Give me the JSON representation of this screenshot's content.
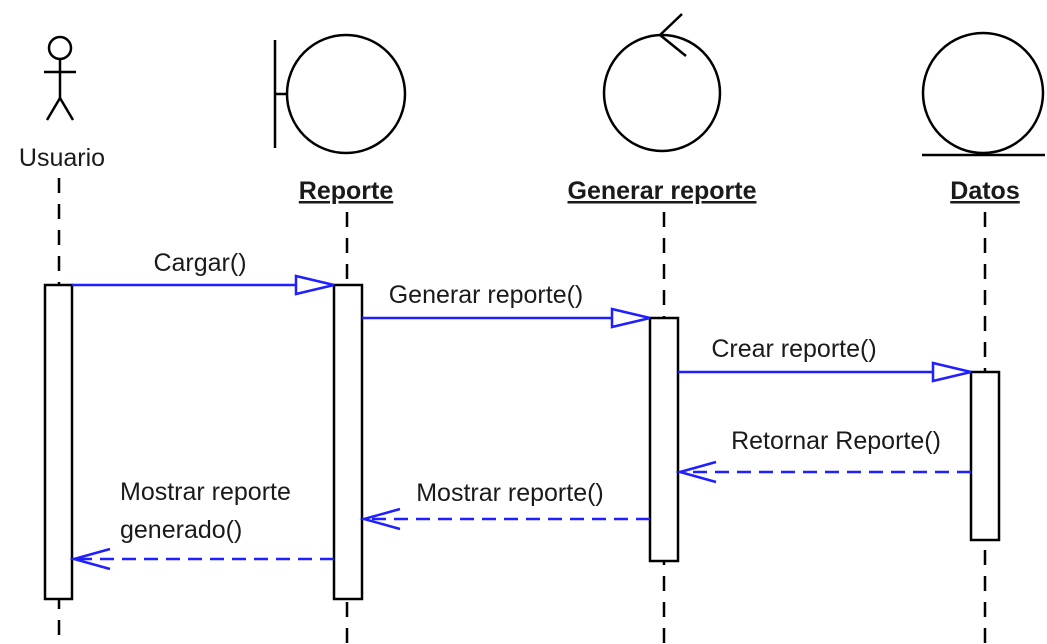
{
  "participants": {
    "usuario": {
      "label": "Usuario",
      "kind": "actor"
    },
    "reporte": {
      "label": "Reporte",
      "kind": "boundary"
    },
    "generar": {
      "label": "Generar reporte",
      "kind": "control"
    },
    "datos": {
      "label": "Datos",
      "kind": "entity"
    }
  },
  "messages": {
    "cargar": {
      "label": "Cargar()",
      "from": "Usuario",
      "to": "Reporte",
      "type": "call"
    },
    "generar_reporte": {
      "label": "Generar reporte()",
      "from": "Reporte",
      "to": "Generar reporte",
      "type": "call"
    },
    "crear_reporte": {
      "label": "Crear reporte()",
      "from": "Generar reporte",
      "to": "Datos",
      "type": "call"
    },
    "retornar_reporte": {
      "label": "Retornar Reporte()",
      "from": "Datos",
      "to": "Generar reporte",
      "type": "return"
    },
    "mostrar_reporte": {
      "label": "Mostrar reporte()",
      "from": "Generar reporte",
      "to": "Reporte",
      "type": "return"
    },
    "mostrar_generado": {
      "line1": "Mostrar reporte",
      "line2": "generado()",
      "from": "Reporte",
      "to": "Usuario",
      "type": "return"
    }
  },
  "colors": {
    "message": "#1f1fff",
    "line": "#000000"
  }
}
